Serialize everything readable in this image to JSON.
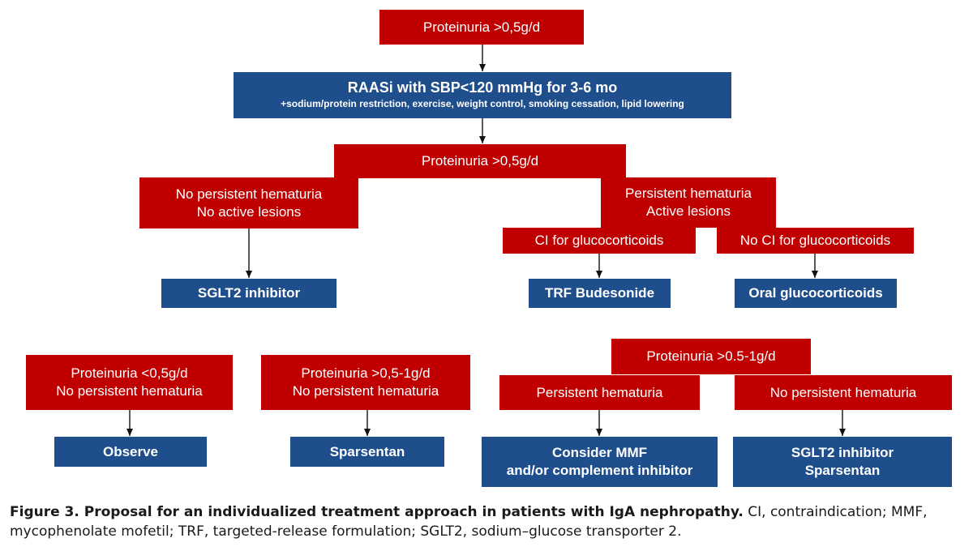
{
  "nodes": {
    "n1": {
      "lines": [
        "Proteinuria >0,5g/d"
      ]
    },
    "n2": {
      "lines": [
        "RAASi with SBP<120 mmHg for 3-6 mo",
        "+sodium/protein restriction, exercise, weight control, smoking cessation, lipid lowering"
      ]
    },
    "n3": {
      "lines": [
        "Proteinuria >0,5g/d"
      ]
    },
    "n4": {
      "lines": [
        "No persistent hematuria",
        "No active lesions"
      ]
    },
    "n5": {
      "lines": [
        "Persistent hematuria",
        "Active lesions"
      ]
    },
    "n6": {
      "lines": [
        "CI for glucocorticoids"
      ]
    },
    "n7": {
      "lines": [
        "No CI for glucocorticoids"
      ]
    },
    "n8": {
      "lines": [
        "SGLT2 inhibitor"
      ]
    },
    "n9": {
      "lines": [
        "TRF Budesonide"
      ]
    },
    "n10": {
      "lines": [
        "Oral glucocorticoids"
      ]
    },
    "n11": {
      "lines": [
        "Proteinuria <0,5g/d",
        "No persistent hematuria"
      ]
    },
    "n12": {
      "lines": [
        "Proteinuria >0,5-1g/d",
        "No persistent hematuria"
      ]
    },
    "n13": {
      "lines": [
        "Proteinuria >0.5-1g/d"
      ]
    },
    "n14": {
      "lines": [
        "Persistent hematuria"
      ]
    },
    "n15": {
      "lines": [
        "No persistent hematuria"
      ]
    },
    "n16": {
      "lines": [
        "Observe"
      ]
    },
    "n17": {
      "lines": [
        "Sparsentan"
      ]
    },
    "n18": {
      "lines": [
        "Consider MMF",
        "and/or complement inhibitor"
      ]
    },
    "n19": {
      "lines": [
        "SGLT2 inhibitor",
        "Sparsentan"
      ]
    }
  },
  "caption": {
    "bold": "Figure 3. Proposal for an individualized treatment approach in patients with IgA nephropathy.",
    "text": " CI, contraindication; MMF, mycophenolate mofetil; TRF, targeted-release formulation; SGLT2, sodium–glucose transporter 2."
  },
  "colors": {
    "red": "#c00000",
    "blue": "#1f4e8c"
  }
}
